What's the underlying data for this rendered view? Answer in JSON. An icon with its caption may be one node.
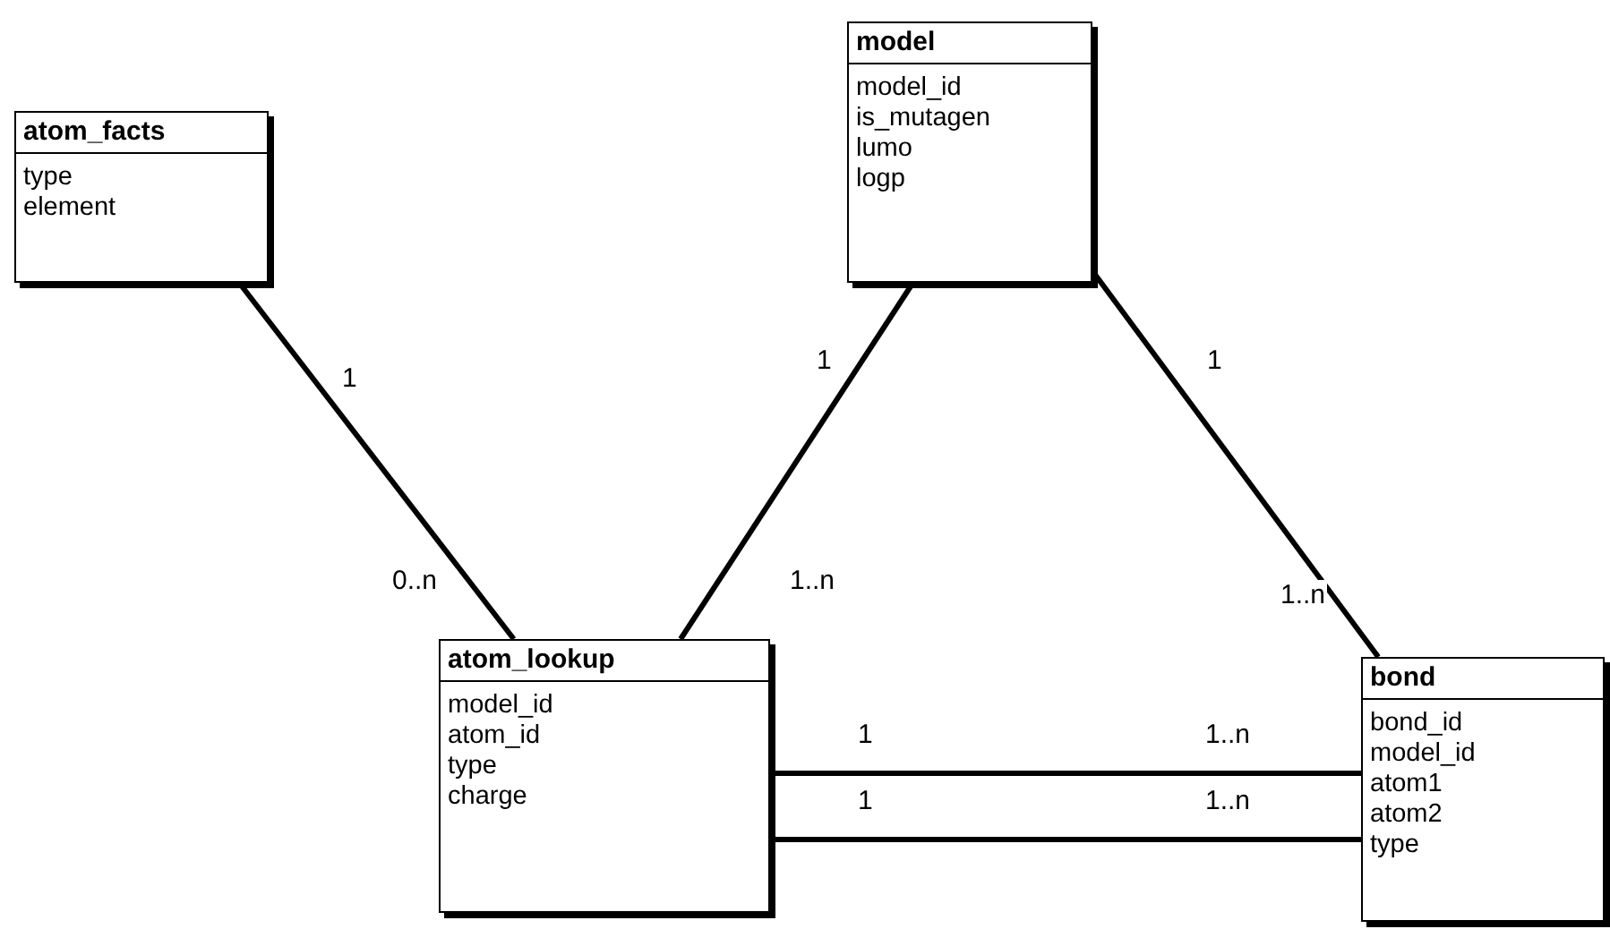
{
  "diagram": {
    "nodes": [
      {
        "text": [
          "atom_facts",
          "type",
          "element"
        ]
      },
      {
        "text": [
          "model",
          "model_id",
          "is_mutagen",
          "lumo",
          "logp"
        ]
      },
      {
        "text": [
          "atom_lookup",
          "model_id",
          "atom_id",
          "type",
          "charge"
        ]
      },
      {
        "text": [
          "bond",
          "bond_id",
          "model_id",
          "atom1",
          "atom2",
          "type"
        ]
      }
    ],
    "edges": [
      {
        "from": 0,
        "to": 2,
        "arrow": "none"
      },
      {
        "from": 1,
        "to": 2,
        "arrow": "none"
      },
      {
        "from": 1,
        "to": 3,
        "arrow": "none"
      },
      {
        "from": 2,
        "to": 3,
        "arrow": "none"
      },
      {
        "from": 2,
        "to": 3,
        "arrow": "none"
      }
    ],
    "labels": [
      "1",
      "1",
      "1",
      "0..n",
      "1..n",
      "1..n",
      "1",
      "1..n",
      "1",
      "1..n"
    ]
  }
}
